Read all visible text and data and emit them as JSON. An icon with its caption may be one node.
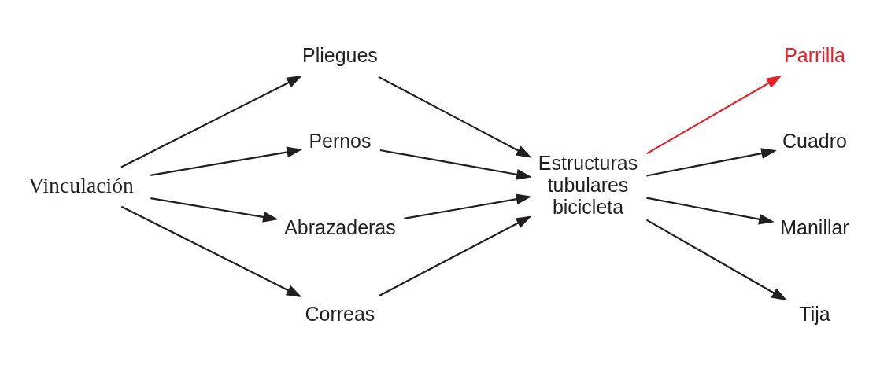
{
  "diagram": {
    "nodes": [
      {
        "text": [
          "Vinculación"
        ]
      },
      {
        "text": [
          "Pliegues"
        ]
      },
      {
        "text": [
          "Pernos"
        ]
      },
      {
        "text": [
          "Abrazaderas"
        ]
      },
      {
        "text": [
          "Correas"
        ]
      },
      {
        "text": [
          "Estructuras tubulares bicicleta"
        ]
      },
      {
        "text": [
          "Parrilla"
        ]
      },
      {
        "text": [
          "Cuadro"
        ]
      },
      {
        "text": [
          "Manillar"
        ]
      },
      {
        "text": [
          "Tija"
        ]
      }
    ],
    "edges": [
      {
        "from": 0,
        "to": 1,
        "arrow": "to"
      },
      {
        "from": 0,
        "to": 2,
        "arrow": "to"
      },
      {
        "from": 0,
        "to": 3,
        "arrow": "to"
      },
      {
        "from": 0,
        "to": 4,
        "arrow": "to"
      },
      {
        "from": 1,
        "to": 5,
        "arrow": "to"
      },
      {
        "from": 2,
        "to": 5,
        "arrow": "to"
      },
      {
        "from": 3,
        "to": 5,
        "arrow": "to"
      },
      {
        "from": 4,
        "to": 5,
        "arrow": "to"
      },
      {
        "from": 5,
        "to": 6,
        "arrow": "to",
        "color": "#e8202a"
      },
      {
        "from": 5,
        "to": 7,
        "arrow": "to"
      },
      {
        "from": 5,
        "to": 8,
        "arrow": "to"
      },
      {
        "from": 5,
        "to": 9,
        "arrow": "to"
      }
    ]
  }
}
